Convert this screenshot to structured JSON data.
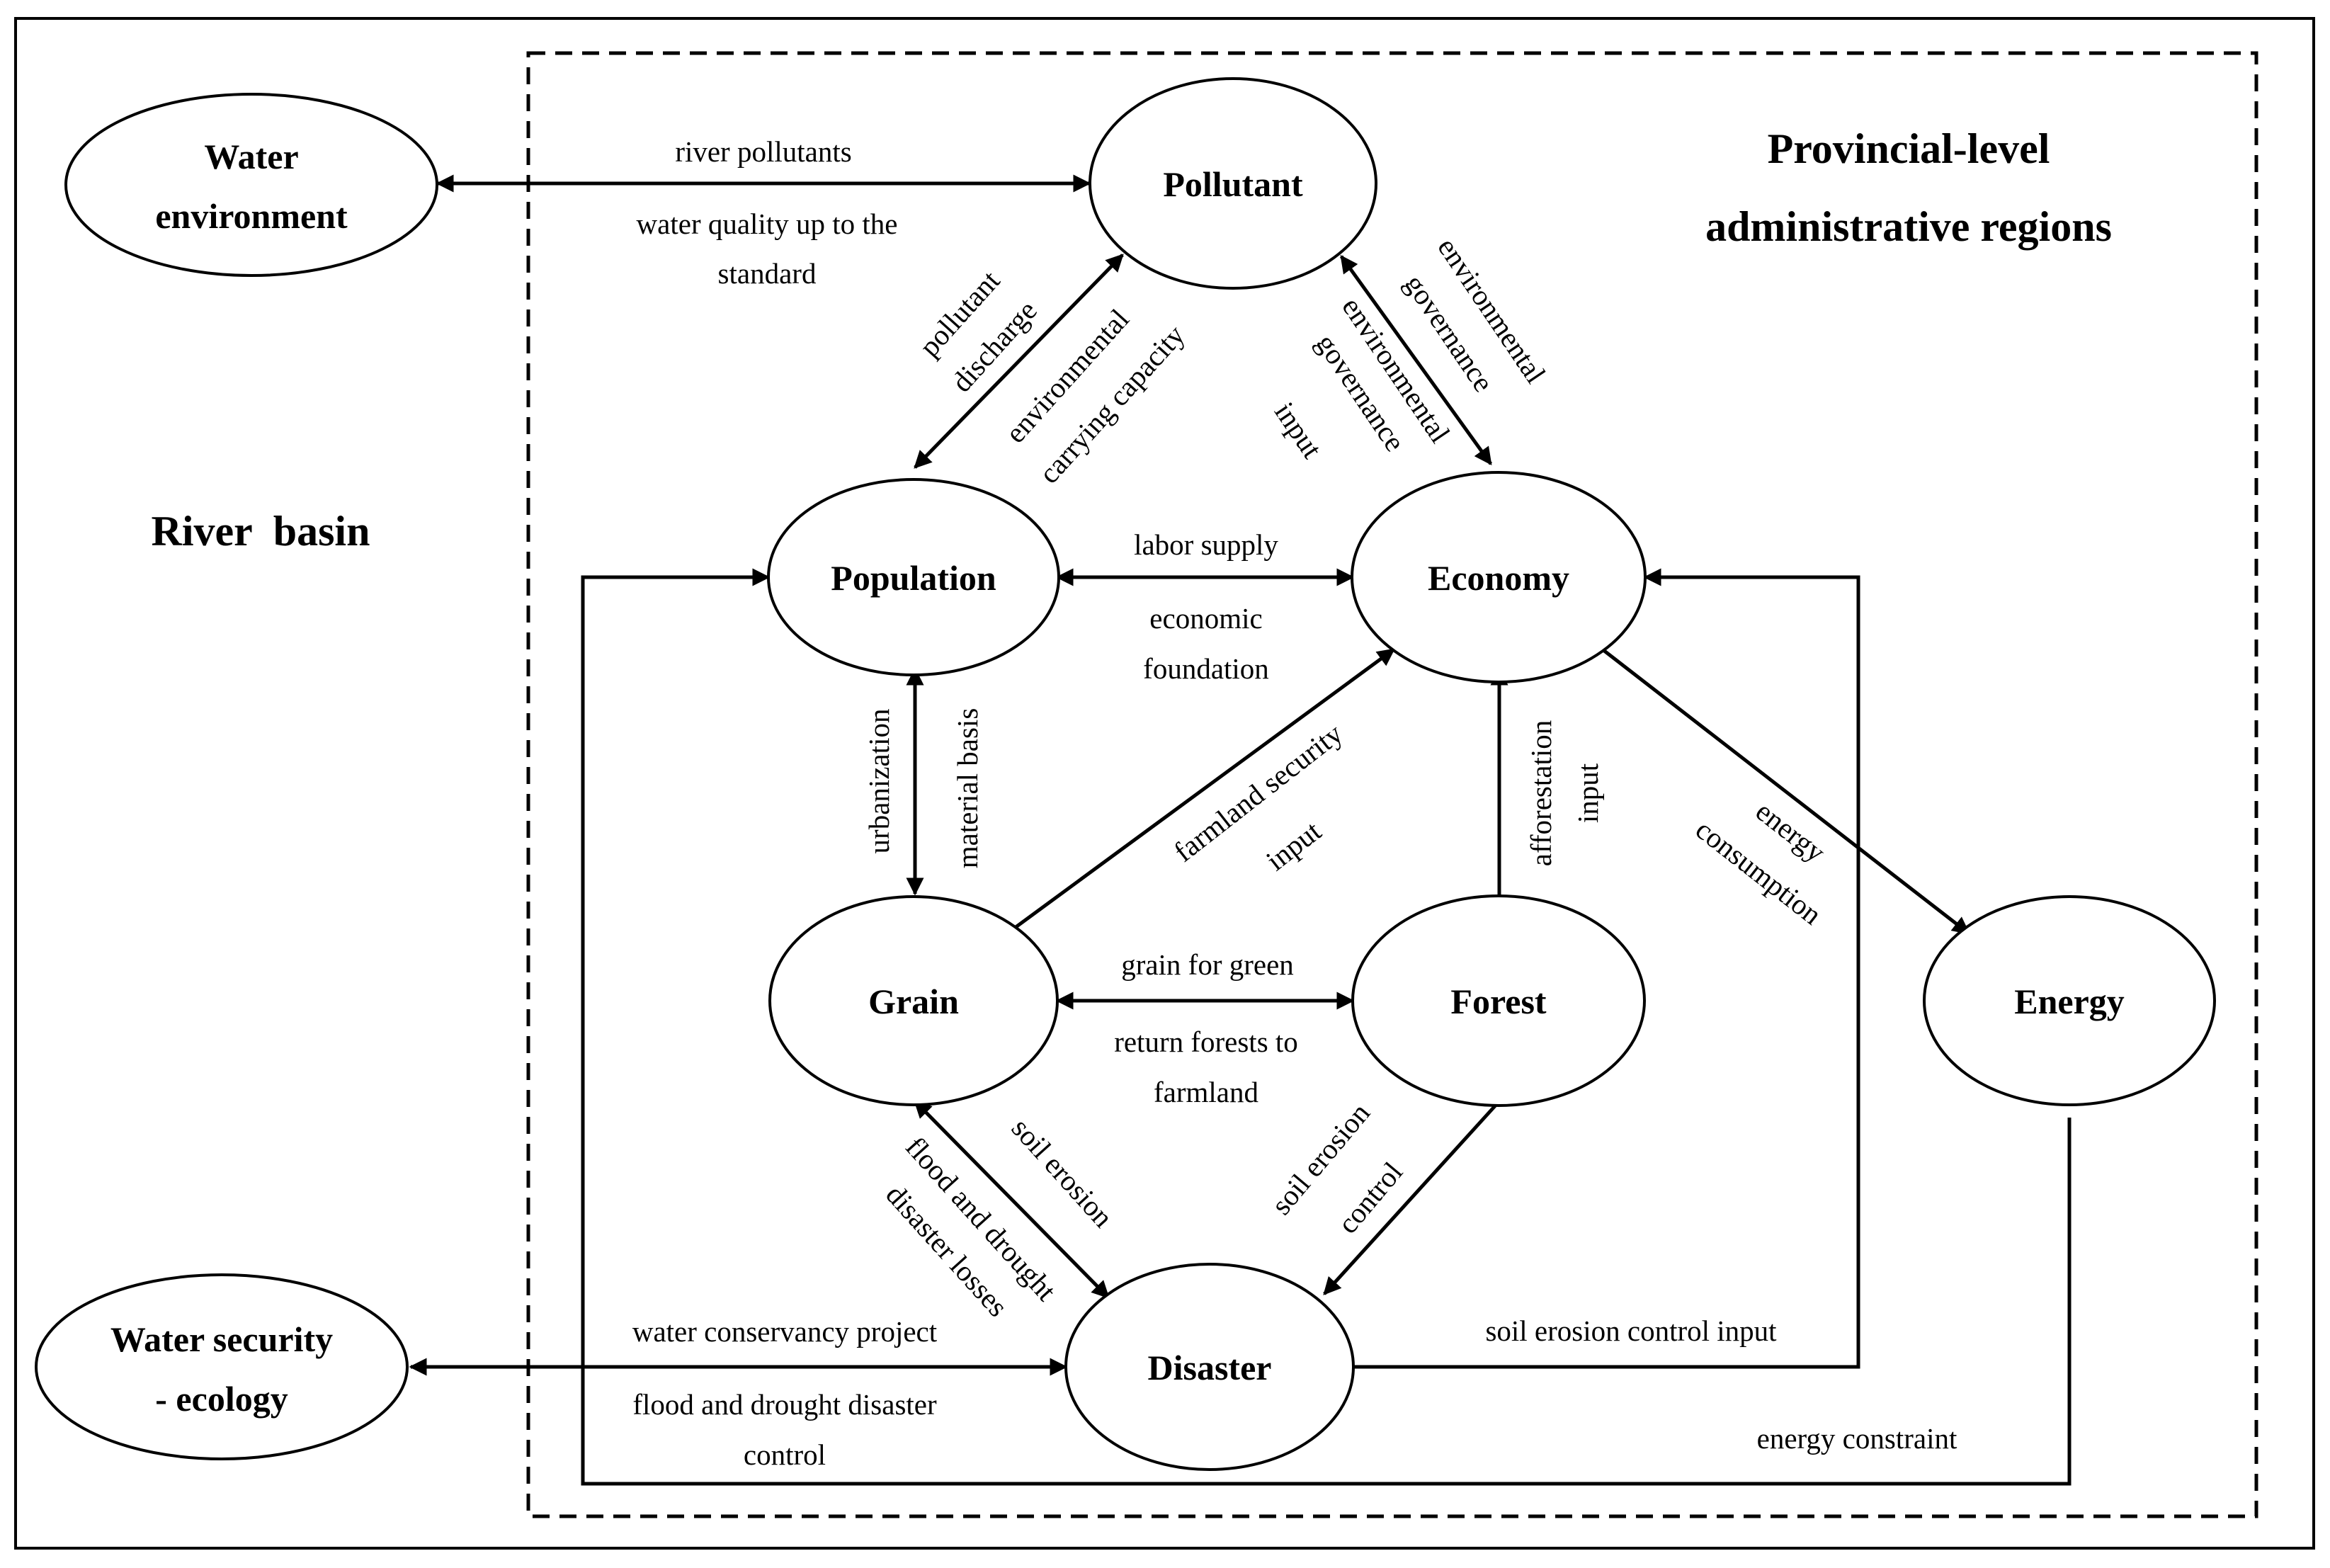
{
  "colors": {
    "background": "#ffffff",
    "ink": "#000000"
  },
  "titles": {
    "river_basin": "River  basin",
    "provincial_line1": "Provincial-level",
    "provincial_line2": "administrative regions"
  },
  "nodes": {
    "water_environment": {
      "line1": "Water",
      "line2": "environment"
    },
    "pollutant": {
      "label": "Pollutant"
    },
    "population": {
      "label": "Population"
    },
    "economy": {
      "label": "Economy"
    },
    "grain": {
      "label": "Grain"
    },
    "forest": {
      "label": "Forest"
    },
    "energy": {
      "label": "Energy"
    },
    "disaster": {
      "label": "Disaster"
    },
    "water_security": {
      "line1": "Water security",
      "line2": "- ecology"
    }
  },
  "edges": {
    "river_pollutants": "river pollutants",
    "water_quality_1": "water quality up to the",
    "water_quality_2": "standard",
    "pollutant_discharge_1": "pollutant",
    "pollutant_discharge_2": "discharge",
    "carrying_capacity_1": "environmental",
    "carrying_capacity_2": "carrying capacity",
    "env_governance_1": "environmental",
    "env_governance_2": "governance",
    "env_governance_input_1": "environmental",
    "env_governance_input_2": "governance",
    "env_governance_input_3": "input",
    "labor_supply": "labor supply",
    "economic_foundation_1": "economic",
    "economic_foundation_2": "foundation",
    "urbanization": "urbanization",
    "material_basis": "material basis",
    "farmland_security_1": "farmland security",
    "farmland_security_2": "input",
    "afforestation_1": "afforestation",
    "afforestation_2": "input",
    "energy_consumption_1": "energy",
    "energy_consumption_2": "consumption",
    "grain_for_green": "grain for green",
    "return_forests_1": "return forests to",
    "return_forests_2": "farmland",
    "soil_erosion": "soil erosion",
    "flood_losses_1": "flood and drought",
    "flood_losses_2": "disaster losses",
    "soil_erosion_control_1": "soil erosion",
    "soil_erosion_control_2": "control",
    "water_conservancy": "water conservancy project",
    "flood_control_1": "flood and drought disaster",
    "flood_control_2": "control",
    "soil_erosion_control_input": "soil erosion control input",
    "energy_constraint": "energy constraint"
  }
}
